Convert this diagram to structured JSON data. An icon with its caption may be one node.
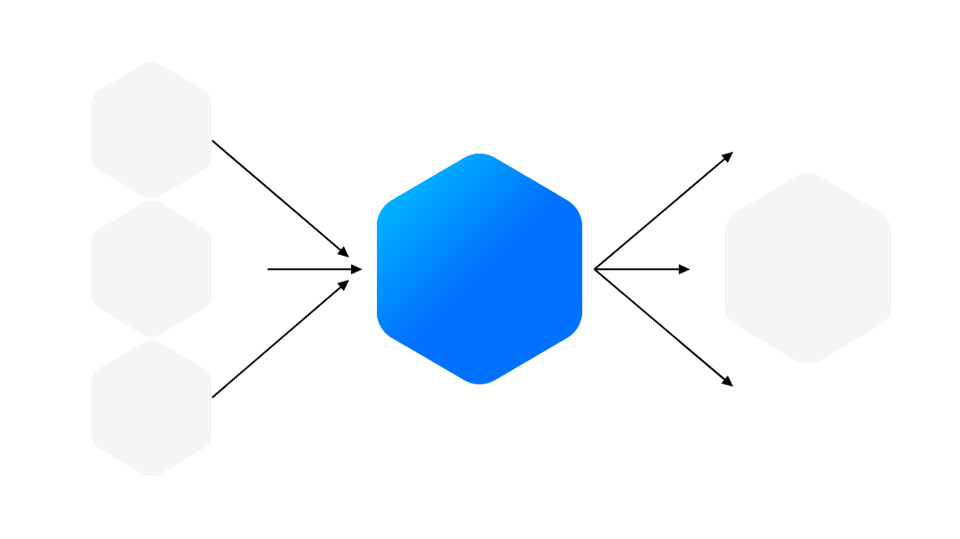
{
  "diagram": {
    "nodes": [
      {
        "text": [],
        "shape": "hexagon"
      },
      {
        "text": [],
        "shape": "hexagon"
      },
      {
        "text": [],
        "shape": "hexagon"
      },
      {
        "text": [],
        "shape": "hexagon"
      },
      {
        "text": [],
        "shape": "hexagon"
      }
    ],
    "edges": [
      {
        "from": 0,
        "to": 3,
        "arrow": "to"
      },
      {
        "from": null,
        "to": 3,
        "arrow": "to"
      },
      {
        "from": 2,
        "to": 3,
        "arrow": "to"
      },
      {
        "from": 3,
        "to": null,
        "arrow": "to"
      },
      {
        "from": 3,
        "to": null,
        "arrow": "to"
      },
      {
        "from": 3,
        "to": null,
        "arrow": "to"
      }
    ]
  }
}
